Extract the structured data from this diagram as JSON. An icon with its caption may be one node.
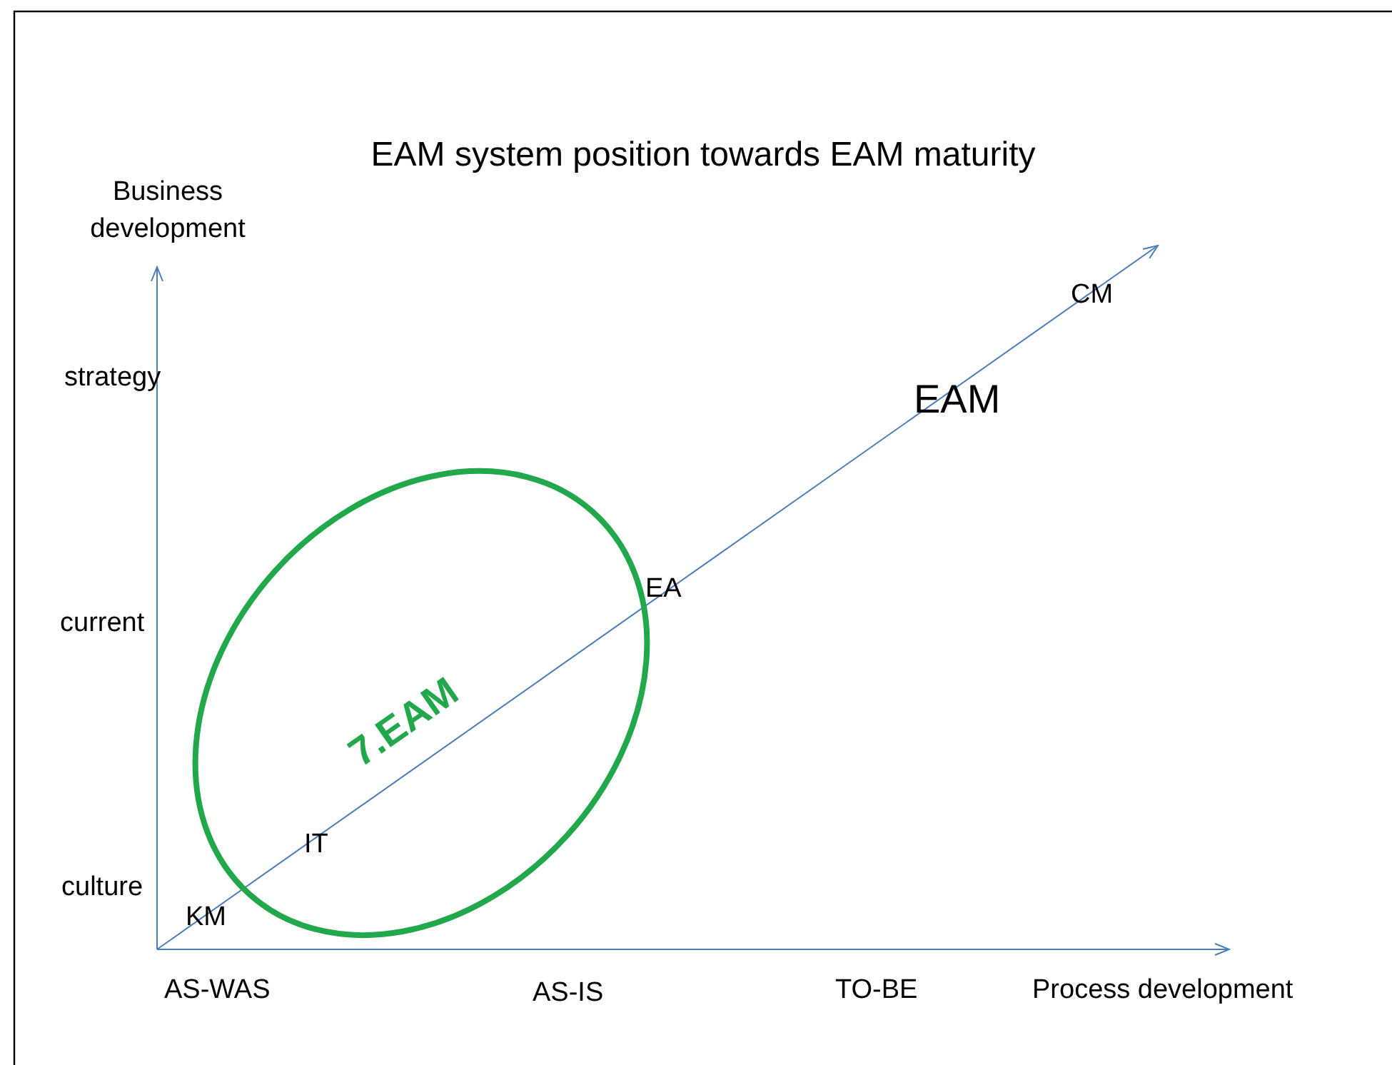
{
  "diagram": {
    "title": "EAM system position towards EAM maturity",
    "nodes": [
      {
        "text": [
          "7.EAM"
        ]
      }
    ],
    "labels": [
      "Business development",
      "CM",
      "strategy",
      "EAM",
      "EA",
      "current",
      "IT",
      "culture",
      "KM",
      "AS-WAS",
      "AS-IS",
      "TO-BE",
      "Process development"
    ]
  }
}
